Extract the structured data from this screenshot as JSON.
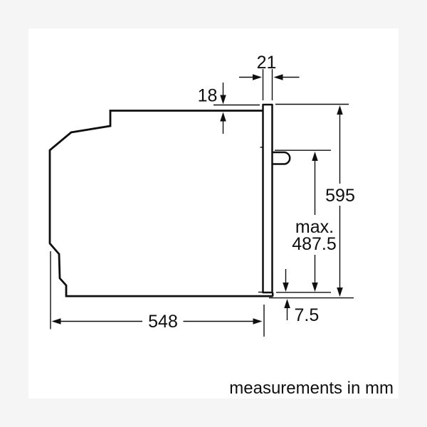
{
  "colors": {
    "background": "#f5f5f6",
    "surface": "#ffffff",
    "ink": "#0f0f0f"
  },
  "diagram": {
    "subject": "built-in oven side profile with installation dimensions",
    "unit": "mm",
    "dimensions": {
      "front_protrusion": "21",
      "top_overlap": "18",
      "height": "595",
      "handle_max_prefix": "max.",
      "handle_max_value": "487.5",
      "bottom_overhang": "7.5",
      "depth": "548"
    }
  },
  "note": "measurements in mm"
}
